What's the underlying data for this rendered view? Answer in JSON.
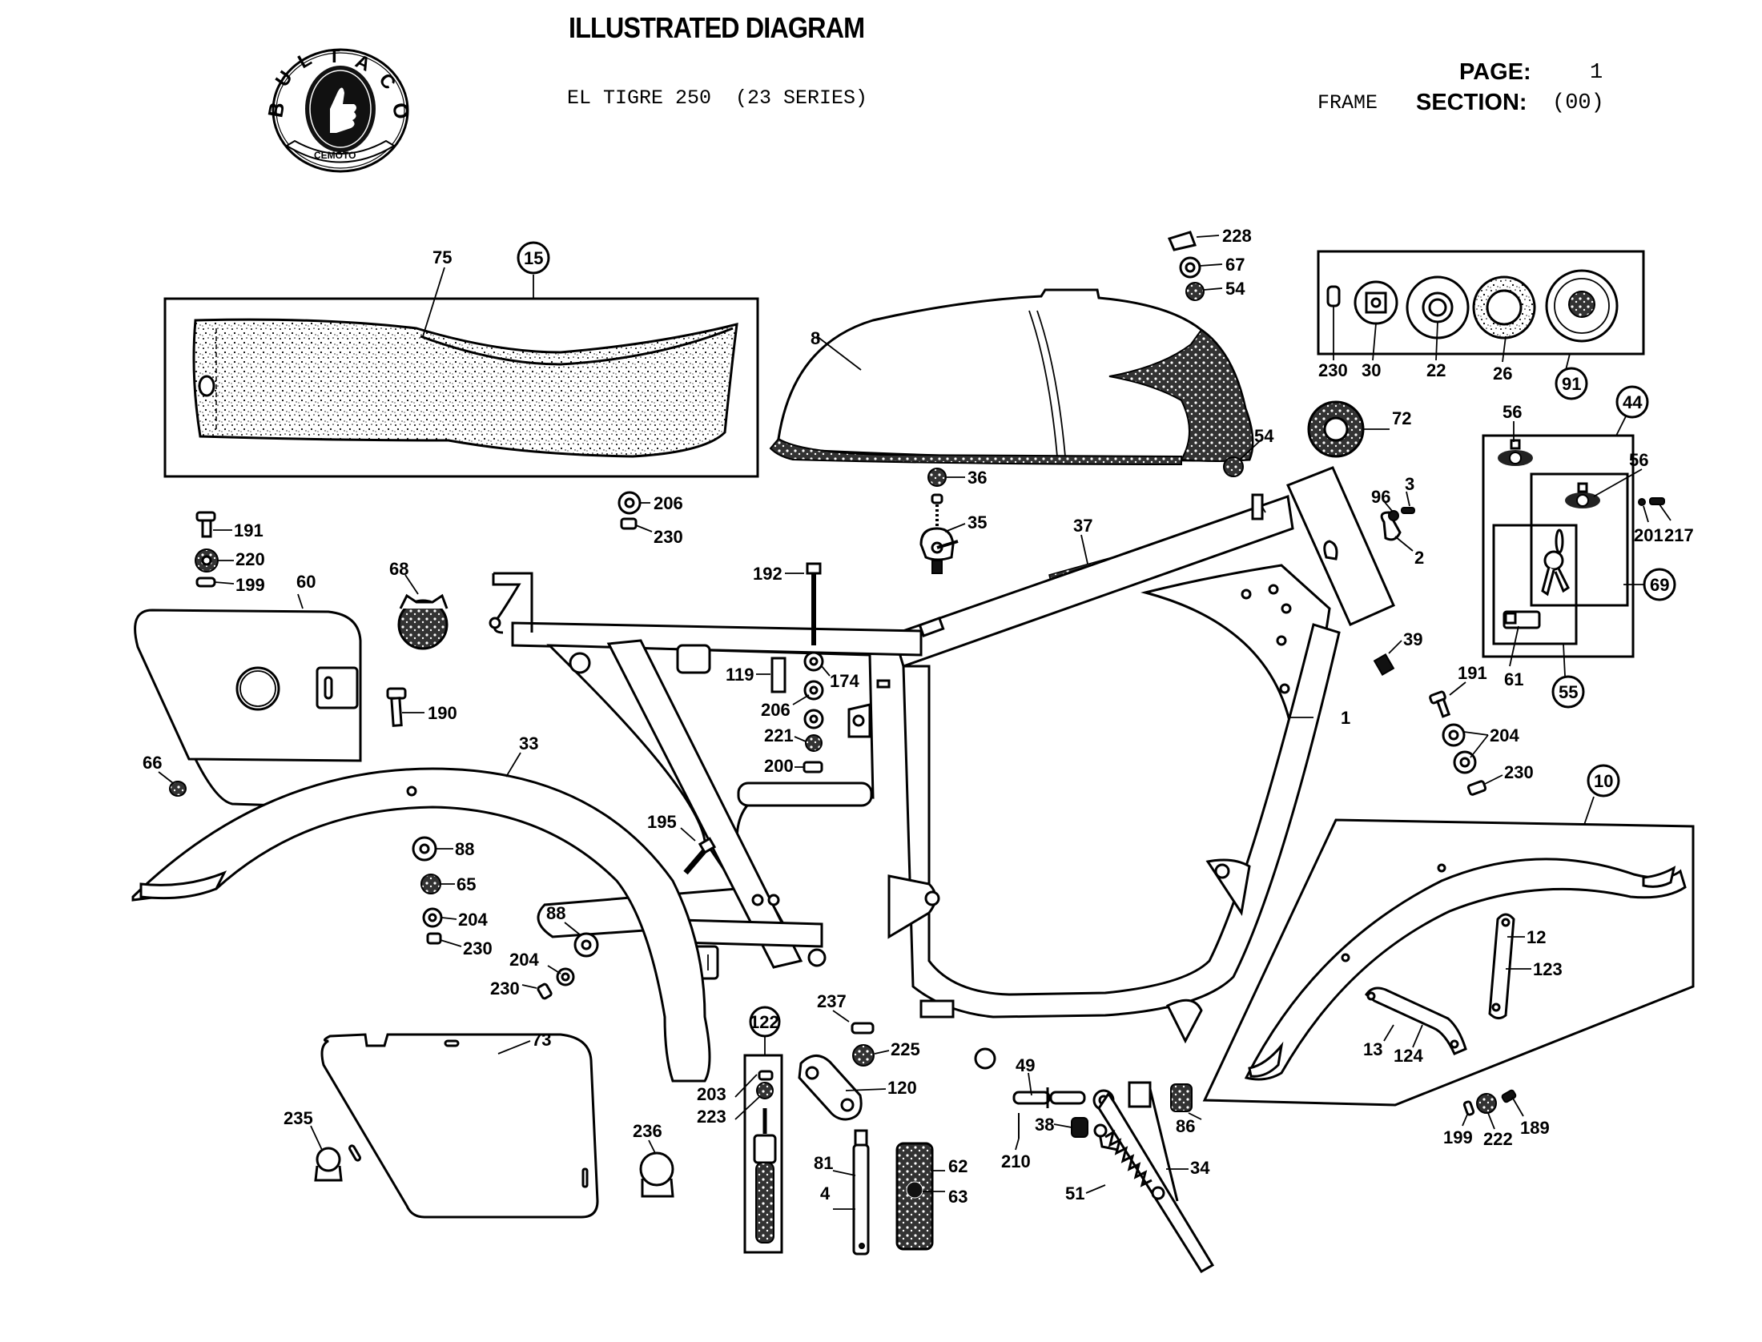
{
  "header": {
    "title": "ILLUSTRATED DIAGRAM",
    "model": "EL TIGRE 250  (23 SERIES)",
    "page_label": "PAGE:",
    "page_value": "1",
    "section_name": "FRAME",
    "section_label": "SECTION:",
    "section_value": "(00)"
  },
  "logo": {
    "brand": "BULTACO",
    "tagline": "CEMOTO",
    "icon": "thumbs-up-icon"
  },
  "group_callouts": [
    "15",
    "91",
    "44",
    "69",
    "55",
    "10",
    "122"
  ],
  "part_labels": [
    {
      "id": "seat",
      "label": "75"
    },
    {
      "id": "seat-group",
      "label": "15"
    },
    {
      "id": "fuel-tank",
      "label": "8"
    },
    {
      "id": "tank-clip",
      "label": "228"
    },
    {
      "id": "tank-washer",
      "label": "67"
    },
    {
      "id": "tank-rubber-top",
      "label": "54"
    },
    {
      "id": "tank-rubber-bottom",
      "label": "54"
    },
    {
      "id": "cap-clip",
      "label": "230"
    },
    {
      "id": "cap-plate",
      "label": "30"
    },
    {
      "id": "cap-seal-plate",
      "label": "22"
    },
    {
      "id": "cap-gasket",
      "label": "26"
    },
    {
      "id": "cap-group",
      "label": "91"
    },
    {
      "id": "tank-badge",
      "label": "72"
    },
    {
      "id": "petcock-washer",
      "label": "36"
    },
    {
      "id": "petcock",
      "label": "35"
    },
    {
      "id": "frame-strip",
      "label": "37"
    },
    {
      "id": "steering-lock-washer",
      "label": "96"
    },
    {
      "id": "steering-lock-screw",
      "label": "3"
    },
    {
      "id": "steering-lock-plate",
      "label": "2"
    },
    {
      "id": "lock-group",
      "label": "44"
    },
    {
      "id": "lock-upper",
      "label": "56"
    },
    {
      "id": "lock-inner",
      "label": "56"
    },
    {
      "id": "lock-pin",
      "label": "201"
    },
    {
      "id": "lock-screw",
      "label": "217"
    },
    {
      "id": "key-group",
      "label": "69"
    },
    {
      "id": "key-barrel",
      "label": "61"
    },
    {
      "id": "barrel-group",
      "label": "55"
    },
    {
      "id": "cable-guide",
      "label": "39"
    },
    {
      "id": "frame",
      "label": "1"
    },
    {
      "id": "washer-top-left",
      "label": "206"
    },
    {
      "id": "nut-top-left",
      "label": "230"
    },
    {
      "id": "bolt-side-panel",
      "label": "191"
    },
    {
      "id": "washer-side-panel",
      "label": "220"
    },
    {
      "id": "nut-side-panel",
      "label": "199"
    },
    {
      "id": "side-panel",
      "label": "60"
    },
    {
      "id": "tiger-badge",
      "label": "68"
    },
    {
      "id": "bolt-190",
      "label": "190"
    },
    {
      "id": "rubber-66",
      "label": "66"
    },
    {
      "id": "rear-fender",
      "label": "33"
    },
    {
      "id": "bolt-192",
      "label": "192"
    },
    {
      "id": "spacer-119",
      "label": "119"
    },
    {
      "id": "washer-174",
      "label": "174"
    },
    {
      "id": "washers-206",
      "label": "206"
    },
    {
      "id": "washer-221",
      "label": "221"
    },
    {
      "id": "nut-200",
      "label": "200"
    },
    {
      "id": "bolt-195",
      "label": "195"
    },
    {
      "id": "washer-88-a",
      "label": "88"
    },
    {
      "id": "washer-65",
      "label": "65"
    },
    {
      "id": "washer-204-a",
      "label": "204"
    },
    {
      "id": "nut-230-a",
      "label": "230"
    },
    {
      "id": "washer-88-b",
      "label": "88"
    },
    {
      "id": "washer-204-b",
      "label": "204"
    },
    {
      "id": "nut-230-b",
      "label": "230"
    },
    {
      "id": "bolt-191-right",
      "label": "191"
    },
    {
      "id": "washers-204-right",
      "label": "204"
    },
    {
      "id": "nut-230-right",
      "label": "230"
    },
    {
      "id": "front-fender-group",
      "label": "10"
    },
    {
      "id": "fender-stay-12",
      "label": "12"
    },
    {
      "id": "fender-stay-123",
      "label": "123"
    },
    {
      "id": "fender-stay-13",
      "label": "13"
    },
    {
      "id": "fender-stay-124",
      "label": "124"
    },
    {
      "id": "nut-199-right",
      "label": "199"
    },
    {
      "id": "washer-222",
      "label": "222"
    },
    {
      "id": "bolt-189",
      "label": "189"
    },
    {
      "id": "air-box-cover",
      "label": "73"
    },
    {
      "id": "clamp-235",
      "label": "235"
    },
    {
      "id": "clamp-236",
      "label": "236"
    },
    {
      "id": "footrest-group",
      "label": "122"
    },
    {
      "id": "nut-203",
      "label": "203"
    },
    {
      "id": "washer-223",
      "label": "223"
    },
    {
      "id": "nut-237",
      "label": "237"
    },
    {
      "id": "washer-225",
      "label": "225"
    },
    {
      "id": "footrest-bracket",
      "label": "120"
    },
    {
      "id": "footrest-pin-81",
      "label": "81"
    },
    {
      "id": "footrest-pin-4",
      "label": "4"
    },
    {
      "id": "footrest-rubber-62",
      "label": "62"
    },
    {
      "id": "footrest-rubber-63",
      "label": "63"
    },
    {
      "id": "stand-pin",
      "label": "49"
    },
    {
      "id": "split-pin",
      "label": "210"
    },
    {
      "id": "nut-38",
      "label": "38"
    },
    {
      "id": "spring",
      "label": "51"
    },
    {
      "id": "side-stand",
      "label": "34"
    },
    {
      "id": "stand-rubber",
      "label": "86"
    }
  ]
}
